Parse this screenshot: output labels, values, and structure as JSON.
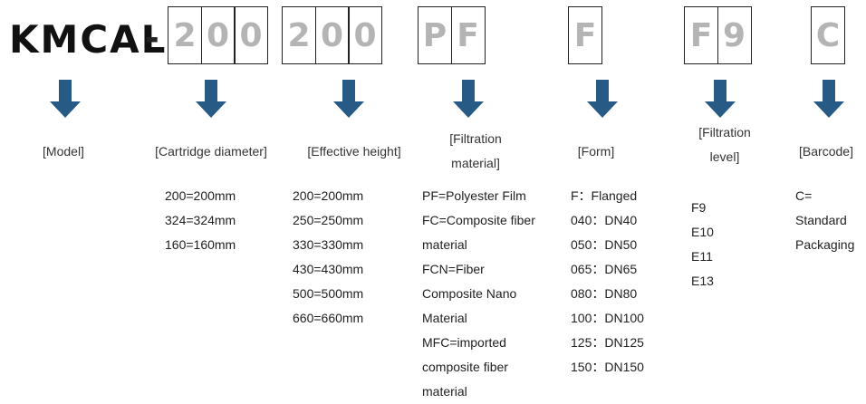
{
  "model": {
    "prefix": "KMCAL",
    "separator": "-"
  },
  "codes": [
    {
      "id": "diameter",
      "chars": [
        "2",
        "0",
        "0"
      ]
    },
    {
      "id": "height",
      "chars": [
        "2",
        "0",
        "0"
      ]
    },
    {
      "id": "material",
      "chars": [
        "P",
        "F"
      ]
    },
    {
      "id": "form",
      "chars": [
        "F"
      ]
    },
    {
      "id": "level",
      "chars": [
        "F",
        "9"
      ]
    },
    {
      "id": "barcode",
      "chars": [
        "C"
      ]
    }
  ],
  "labels": {
    "model": "[Model]",
    "diameter": "[Cartridge diameter]",
    "height": "[Effective height]",
    "material_line1": "[Filtration",
    "material_line2": "material]",
    "form": "[Form]",
    "level_line1": "[Filtration",
    "level_line2": "level]",
    "barcode": "[Barcode]"
  },
  "values": {
    "diameter": [
      "200=200mm",
      "324=324mm",
      "160=160mm"
    ],
    "height": [
      "200=200mm",
      "250=250mm",
      "330=330mm",
      "430=430mm",
      "500=500mm",
      "660=660mm"
    ],
    "material": [
      "PF=Polyester Film",
      "FC=Composite fiber",
      "material",
      "FCN=Fiber",
      "Composite Nano",
      "Material",
      "MFC=imported",
      "composite fiber",
      "material"
    ],
    "form": [
      "F：Flanged",
      "040：DN40",
      "050：DN50",
      "065：DN65",
      "080：DN80",
      "100：DN100",
      "125：DN125",
      "150：DN150"
    ],
    "level": [
      "F9",
      "E10",
      "E11",
      "E13"
    ],
    "barcode": [
      "C=",
      "Standard",
      "Packaging"
    ]
  },
  "colors": {
    "arrow": "#275a85",
    "code_text": "#b4b4b4",
    "prefix_text": "#111111"
  }
}
